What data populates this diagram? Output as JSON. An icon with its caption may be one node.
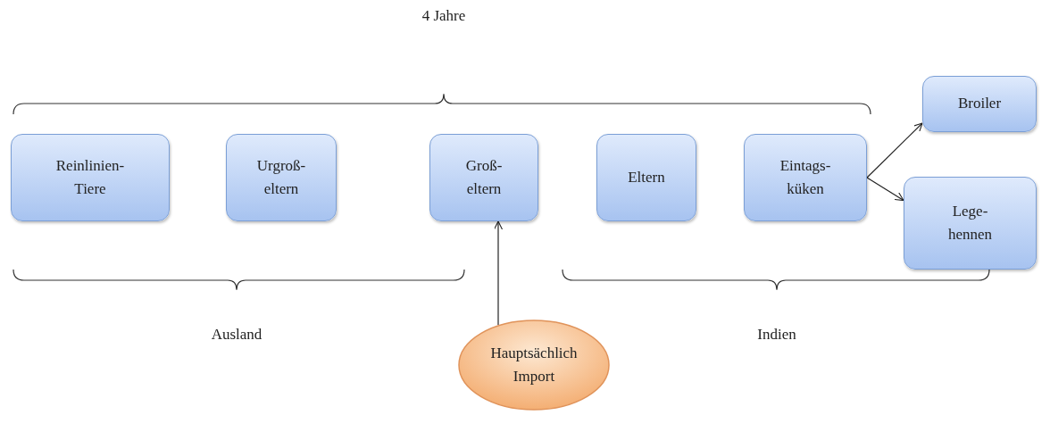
{
  "diagram": {
    "nodes": [
      {
        "text": [
          "Reinlinien- Tiere"
        ]
      },
      {
        "text": [
          "Urgroß- eltern"
        ]
      },
      {
        "text": [
          "Groß- eltern"
        ]
      },
      {
        "text": [
          "Eltern"
        ]
      },
      {
        "text": [
          "Eintags- küken"
        ]
      },
      {
        "text": [
          "Broiler"
        ]
      },
      {
        "text": [
          "Lege- hennen"
        ]
      },
      {
        "text": [
          "Hauptsächlich Import"
        ]
      }
    ],
    "edges": [
      {
        "from": 4,
        "to": 5,
        "arrow": "to"
      },
      {
        "from": 4,
        "to": 6,
        "arrow": "to"
      },
      {
        "from": 7,
        "to": 2,
        "arrow": "to"
      }
    ],
    "labels": [
      "4 Jahre",
      "Ausland",
      "Indien"
    ]
  }
}
